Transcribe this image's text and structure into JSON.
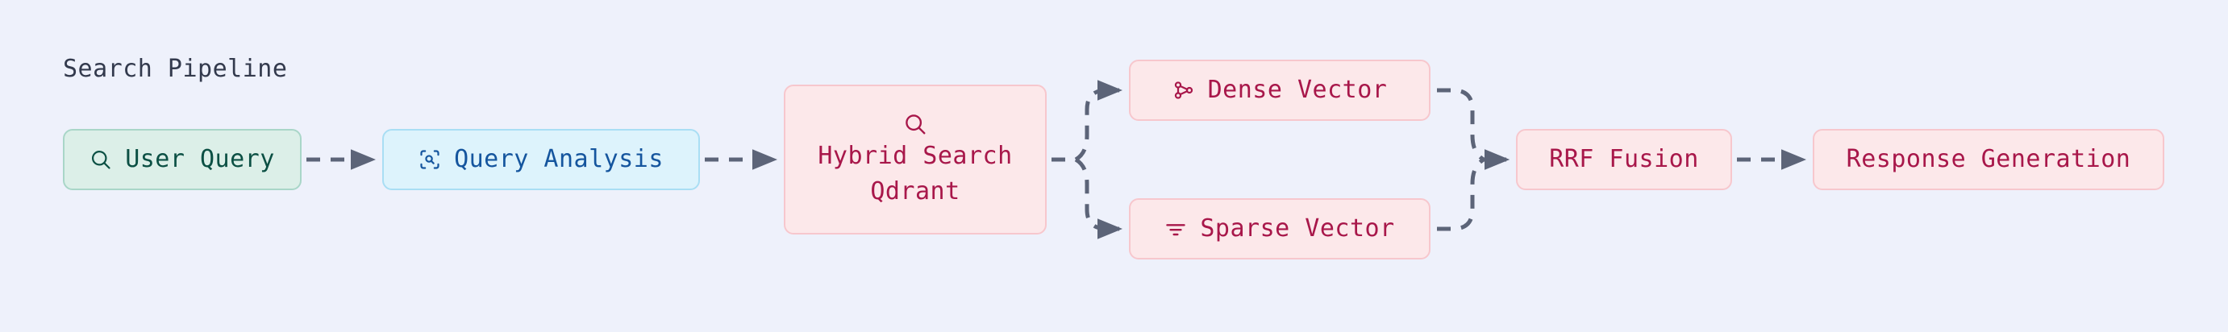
{
  "diagram": {
    "title": "Search Pipeline",
    "background_color": "#eef1fb",
    "edge_color": "#5c6478",
    "edge_style": "dashed-arrow",
    "palette": {
      "green_bg": "#dcefe8",
      "green_border": "#a9d6c8",
      "green_text": "#0c5044",
      "blue_bg": "#ddf3fc",
      "blue_border": "#a9def4",
      "blue_text": "#15559e",
      "pink_bg": "#fce8ea",
      "pink_border": "#f7c7cd",
      "pink_text": "#a8174a",
      "title_text": "#333a4d"
    },
    "nodes": [
      {
        "id": "user-query",
        "label": "User Query",
        "icon": "search-icon",
        "theme": "green"
      },
      {
        "id": "query-analysis",
        "label": "Query Analysis",
        "icon": "scan-search-icon",
        "theme": "blue"
      },
      {
        "id": "hybrid-search",
        "label": "Hybrid Search",
        "sublabel": "Qdrant",
        "icon": "search-icon",
        "theme": "pink"
      },
      {
        "id": "dense-vector",
        "label": "Dense Vector",
        "icon": "network-nodes-icon",
        "theme": "pink"
      },
      {
        "id": "sparse-vector",
        "label": "Sparse Vector",
        "icon": "filter-lines-icon",
        "theme": "pink"
      },
      {
        "id": "rrf-fusion",
        "label": "RRF Fusion",
        "icon": null,
        "theme": "pink"
      },
      {
        "id": "response-gen",
        "label": "Response Generation",
        "icon": null,
        "theme": "pink"
      }
    ],
    "edges": [
      {
        "from": "user-query",
        "to": "query-analysis"
      },
      {
        "from": "query-analysis",
        "to": "hybrid-search"
      },
      {
        "from": "hybrid-search",
        "to": "dense-vector"
      },
      {
        "from": "hybrid-search",
        "to": "sparse-vector"
      },
      {
        "from": "dense-vector",
        "to": "rrf-fusion"
      },
      {
        "from": "sparse-vector",
        "to": "rrf-fusion"
      },
      {
        "from": "rrf-fusion",
        "to": "response-gen"
      }
    ]
  }
}
